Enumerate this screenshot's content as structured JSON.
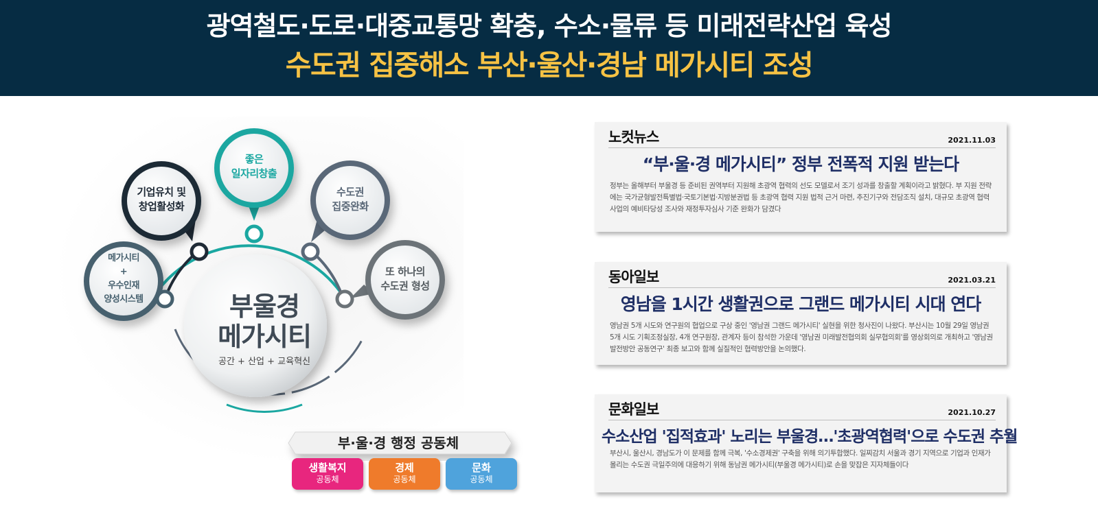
{
  "banner": {
    "line1": "광역철도·도로·대중교통망 확충, 수소·물류 등 미래전략산업 육성",
    "line2": "수도권 집중해소 부산·울산·경남 메가시티 조성"
  },
  "diagram": {
    "center_title_1": "부울경",
    "center_title_2": "메가시티",
    "center_sub": "공간 + 산업 + 교육혁신",
    "bubbles": [
      {
        "l1": "메가시티",
        "l2": "+",
        "l3": "우수인재",
        "l4": "양성시스템"
      },
      {
        "l1": "기업유치 및",
        "l2": "창업활성화"
      },
      {
        "l1": "좋은",
        "l2": "일자리창출"
      },
      {
        "l1": "수도권",
        "l2": "집중완화"
      },
      {
        "l1": "또 하나의",
        "l2": "수도권 형성"
      }
    ],
    "gov_title": "부·울·경 행정 공동체",
    "gov_boxes": [
      {
        "t1": "생활복지",
        "t2": "공동체",
        "color": "#e8267e"
      },
      {
        "t1": "경제",
        "t2": "공동체",
        "color": "#ef7b2b"
      },
      {
        "t1": "문화",
        "t2": "공동체",
        "color": "#4fa3dc"
      }
    ],
    "colors": {
      "teal": "#1aa7a1",
      "navy": "#1f2a36",
      "slate": "#5a6878",
      "gray": "#6c7378"
    }
  },
  "news": [
    {
      "source": "노컷뉴스",
      "date": "2021.11.03",
      "headline": "“부·울·경 메가시티” 정부 전폭적 지원 받는다",
      "body": "정부는 올해부터 부울경 등 준비된 권역부터 지원해 초광역 협력의 선도 모델로서 조기 성과를 창출할 계획이라고 밝혔다. 부 지원 전략에는 국가균형발전특별법·국토기본법·지방분권법 등 초광역 협력 지원 법적 근거 마련, 추진기구와 전담조직 설치, 대규모 초광역 협력 사업의 예비타당성 조사와 재정투자심사 기준 완화가 담겼다"
    },
    {
      "source": "동아일보",
      "date": "2021.03.21",
      "headline": "영남을 1시간 생활권으로 그랜드 메가시티 시대 연다",
      "body": "영남권 5개 시도와 연구원의 협업으로 구상 중인 '영남권 그랜드 메가시티' 실현을 위한 청사진이 나왔다. 부산시는 10월 29일 영남권 5개 시도 기획조정실장, 4개 연구원장, 관계자 등이 참석한 가운데 '영남권 미래발전협의회 실무협의회'를 영상회의로 개최하고 '영남권 발전방안 공동연구' 최종 보고와 함께 실질적인 협력방안을 논의했다."
    },
    {
      "source": "문화일보",
      "date": "2021.10.27",
      "headline": "수소산업 '집적효과' 노리는 부울경…'초광역협력'으로 수도권 추월",
      "body": "부산시, 울산시, 경남도가 이 문제를 함께 극복, '수소경제권' 구축을 위해 의기투합했다. 일찌감치 서울과 경기 지역으로 기업과 인재가 몰리는 수도권 극일주의에 대응하기 위해 동남권 메가시티(부울경 메가시티)로 손을 맞잡은 지자체들이다"
    }
  ]
}
